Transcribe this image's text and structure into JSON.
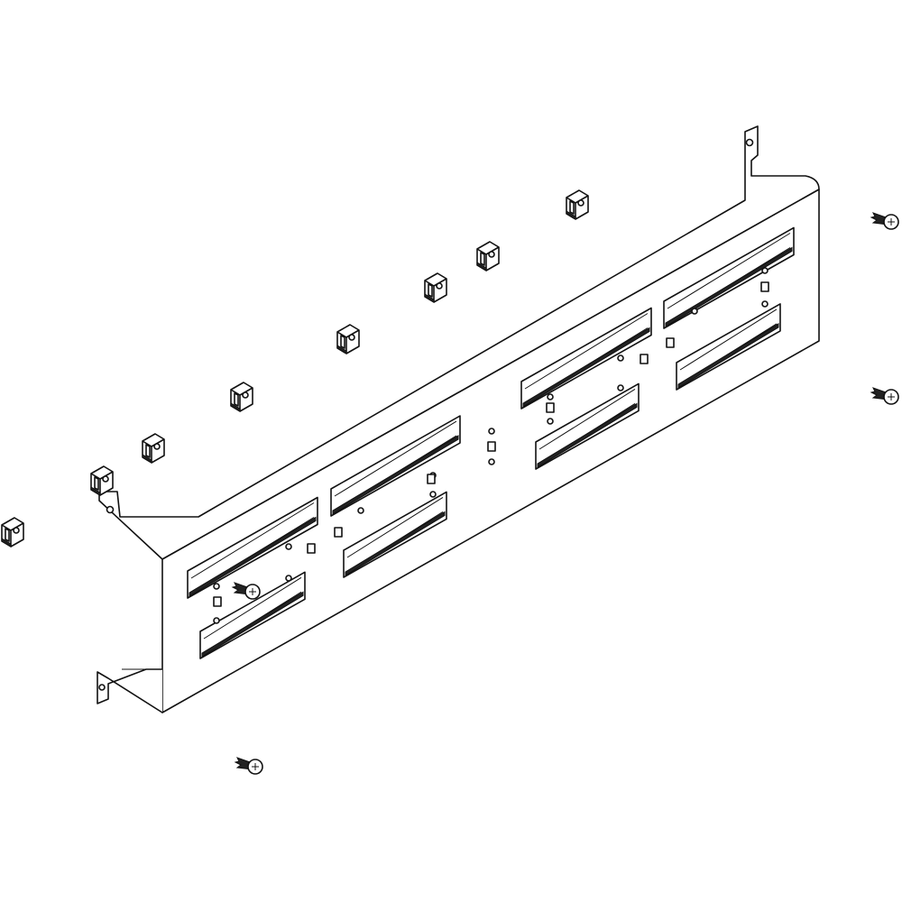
{
  "drawing": {
    "line_color": "#111111",
    "background": "#ffffff",
    "parts": {
      "mounting_bracket": 1,
      "din_rail_pairs": 4,
      "cage_nuts": 8,
      "screws": 4
    }
  }
}
